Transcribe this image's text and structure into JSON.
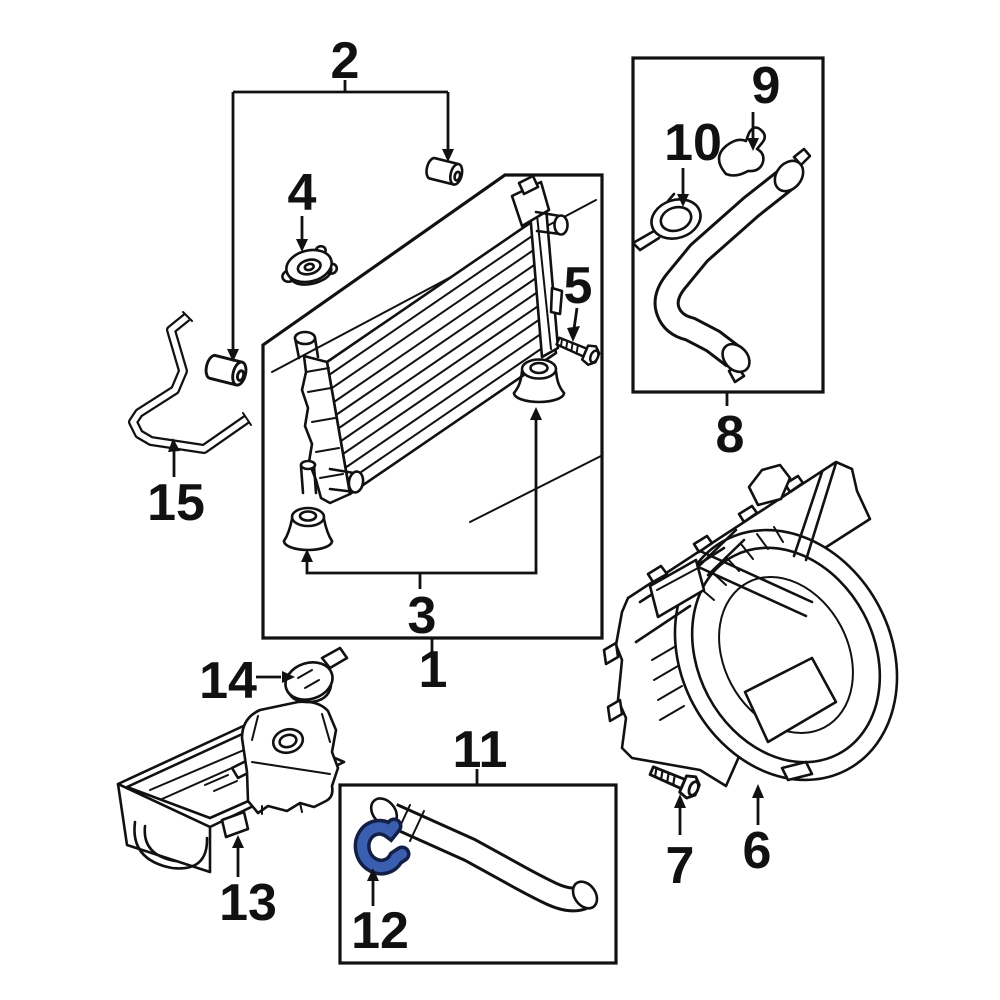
{
  "diagram": {
    "type": "exploded-parts-diagram",
    "background_color": "#ffffff",
    "line_color": "#111111",
    "highlight_color": "#3a5fb0",
    "highlight_outline_color": "#131f45",
    "highlighted_callout": "12",
    "callouts": [
      {
        "label": "1"
      },
      {
        "label": "2"
      },
      {
        "label": "3"
      },
      {
        "label": "4"
      },
      {
        "label": "5"
      },
      {
        "label": "6"
      },
      {
        "label": "7"
      },
      {
        "label": "8"
      },
      {
        "label": "9"
      },
      {
        "label": "10"
      },
      {
        "label": "11"
      },
      {
        "label": "12"
      },
      {
        "label": "13"
      },
      {
        "label": "14"
      },
      {
        "label": "15"
      }
    ]
  }
}
